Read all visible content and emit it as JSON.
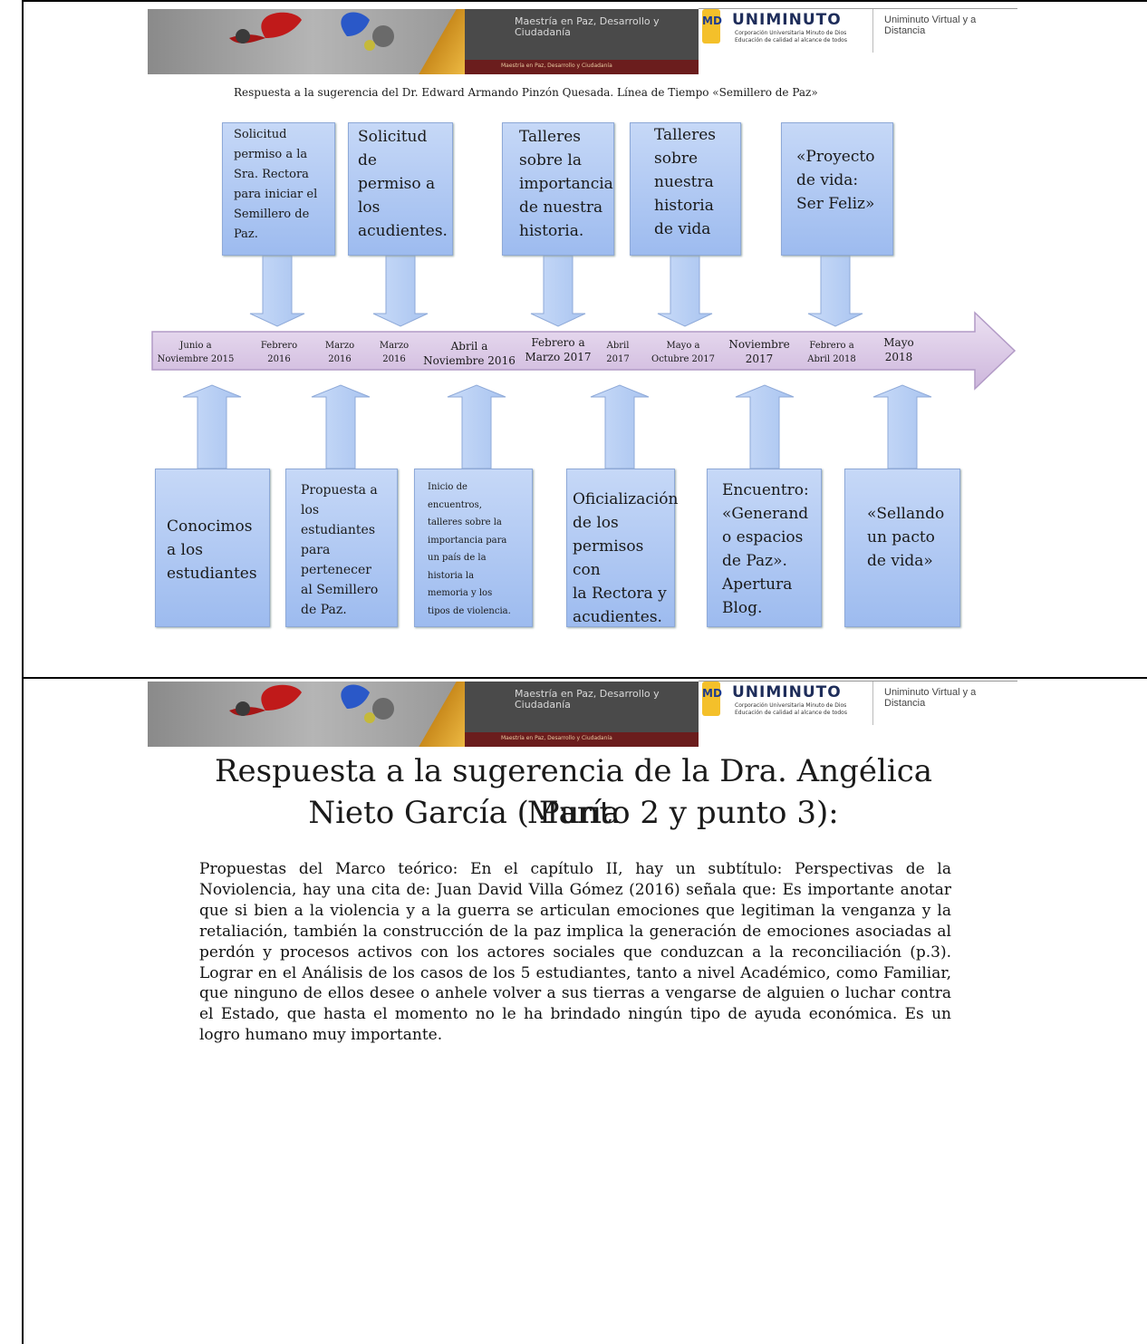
{
  "banner": {
    "program": "Maestría en Paz, Desarrollo y Ciudadanía",
    "program_sub": "Maestría en Paz, Desarrollo y Ciudadanía",
    "logo_initials": "MD",
    "university": "UNIMINUTO",
    "university_sub1": "Corporación Universitaria Minuto de Dios",
    "university_sub2": "Educación de calidad al alcance de todos",
    "virtual": "Uniminuto Virtual y a Distancia"
  },
  "timeline": {
    "heading": "Respuesta a la sugerencia del Dr. Edward Armando Pinzón Quesada.  Línea de Tiempo «Semillero  de Paz»",
    "top_boxes": [
      {
        "lines": [
          "Solicitud",
          "permiso a la",
          "Sra. Rectora",
          "para iniciar el",
          "Semillero de",
          "Paz."
        ]
      },
      {
        "lines": [
          "Solicitud",
          "de",
          "permiso a",
          "los",
          "acudientes."
        ]
      },
      {
        "lines": [
          "Talleres",
          "sobre la",
          "importancia",
          "de nuestra",
          "historia."
        ]
      },
      {
        "lines": [
          "Talleres",
          "sobre",
          "nuestra",
          "historia",
          "de vida"
        ]
      },
      {
        "lines": [
          "«Proyecto",
          "de vida:",
          "Ser Feliz»"
        ]
      }
    ],
    "bottom_boxes": [
      {
        "lines": [
          "Conocimos",
          "a los",
          "estudiantes"
        ]
      },
      {
        "lines": [
          "Propuesta a",
          "los",
          "estudiantes",
          "para",
          "pertenecer",
          "al Semillero",
          "de Paz."
        ]
      },
      {
        "lines": [
          "Inicio de",
          "encuentros,",
          "talleres sobre la",
          "importancia para",
          "un país de la",
          "historia la",
          "memoria y los",
          "tipos de violencia."
        ]
      },
      {
        "lines": [
          "Oficialización",
          "de los",
          "permisos con",
          "la Rectora y",
          "acudientes."
        ]
      },
      {
        "lines": [
          "Encuentro:",
          "«Generand",
          "o espacios",
          "de Paz».",
          "Apertura",
          "Blog."
        ]
      },
      {
        "lines": [
          "«Sellando",
          "un pacto",
          "de vida»"
        ]
      }
    ],
    "dates": [
      {
        "l1": "Junio a",
        "l2": "Noviembre  2015"
      },
      {
        "l1": "Febrero",
        "l2": "2016"
      },
      {
        "l1": "Marzo",
        "l2": "2016"
      },
      {
        "l1": "Marzo",
        "l2": "2016"
      },
      {
        "l1": "Abril a",
        "l2": "Noviembre 2016"
      },
      {
        "l1": "Febrero a",
        "l2": "Marzo 2017"
      },
      {
        "l1": "Abril",
        "l2": "2017"
      },
      {
        "l1": "Mayo a",
        "l2": "Octubre  2017"
      },
      {
        "l1": "Noviembre",
        "l2": "2017"
      },
      {
        "l1": "Febrero a",
        "l2": "Abril 2018"
      },
      {
        "l1": "Mayo",
        "l2": "2018"
      }
    ]
  },
  "section2": {
    "heading_line1": "Respuesta a la sugerencia de la Dra. Angélica María",
    "heading_line2": "Nieto García  ( Punto 2 y punto 3):",
    "paragraph": "Propuestas del Marco teórico: En el capítulo II, hay un subtítulo: Perspectivas de la Noviolencia, hay una cita de: Juan David Villa Gómez (2016) señala que:  Es importante anotar que si bien a la violencia y a la guerra se articulan emociones que legitiman la venganza y la retaliación, también la construcción de la paz implica la generación de emociones asociadas al perdón y procesos activos con los actores sociales que conduzcan a la reconciliación (p.3).   Lograr en el Análisis de los casos de los 5 estudiantes,  tanto a nivel Académico, como Familiar, que ninguno de  ellos  desee o anhele volver a sus tierras a vengarse de alguien o luchar contra el Estado, que hasta el momento no le ha brindado ningún tipo de ayuda económica.  Es un logro humano muy importante."
  }
}
